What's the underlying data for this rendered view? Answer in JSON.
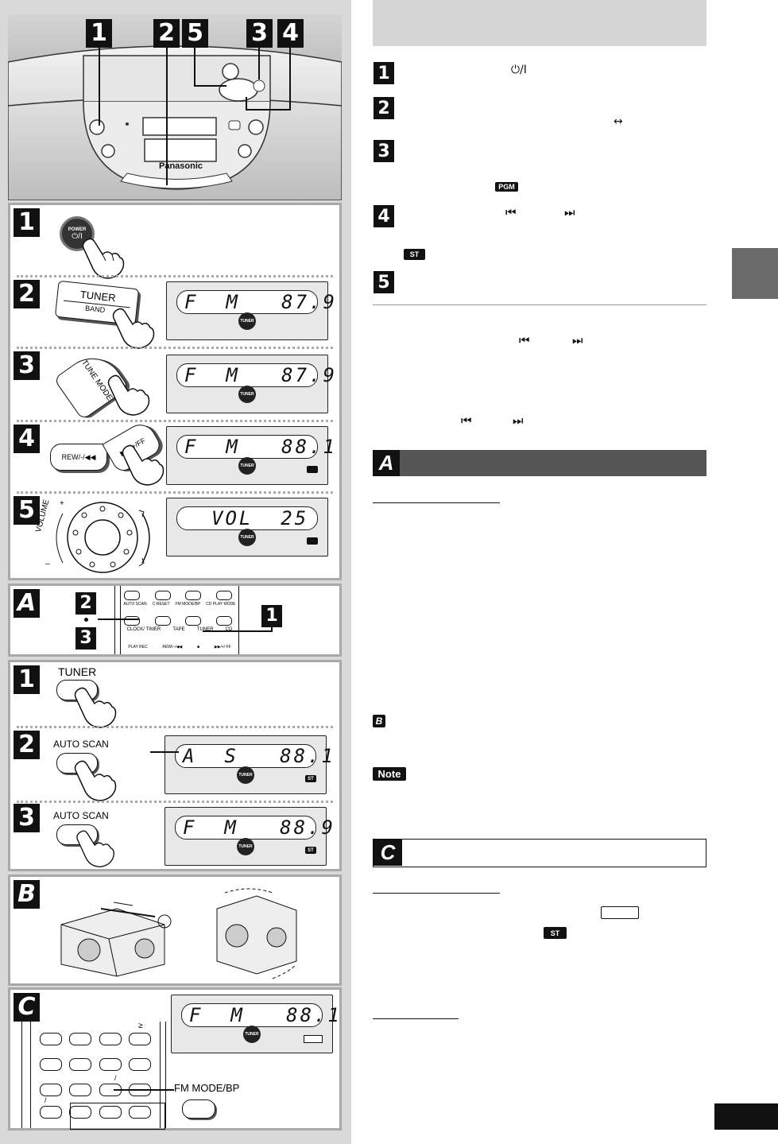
{
  "device": {
    "brand": "Panasonic",
    "callouts": [
      "1",
      "2",
      "5",
      "3",
      "4"
    ]
  },
  "steps": {
    "s1": {
      "num": "1",
      "button": "POWER",
      "symbol": "⏻/I"
    },
    "s2": {
      "num": "2",
      "button_top": "TUNER",
      "button_bottom": "BAND",
      "display": "F  M   87.9"
    },
    "s3": {
      "num": "3",
      "button": "TUNE MODE",
      "display": "F  M   87.9"
    },
    "s4": {
      "num": "4",
      "button_left": "REW/-/◀◀",
      "button_right": "▶▶/+/FF",
      "display": "F  M   88.1"
    },
    "s5": {
      "num": "5",
      "button": "VOLUME",
      "plus": "+",
      "minus": "–",
      "display": "VOL  25"
    }
  },
  "panelA": {
    "letter": "A",
    "ref2": "2",
    "ref3": "3",
    "ref1": "1",
    "remote_row1": [
      "AUTO SCAN",
      "C-RESET",
      "FM MODE/BP",
      "CD PLAY MODE"
    ],
    "remote_row2": [
      "CLOCK/ TIMER",
      "TAPE",
      "TUNER",
      "CD"
    ],
    "remote_row3": [
      "PLAY REC",
      "REW/–/◀◀",
      "■",
      "▶▶/+/ FF"
    ]
  },
  "panelA2": {
    "s1": {
      "num": "1",
      "button": "TUNER"
    },
    "s2": {
      "num": "2",
      "button": "AUTO SCAN",
      "display": "A  S   88.1"
    },
    "s3": {
      "num": "3",
      "button": "AUTO SCAN",
      "display": "F  M   88.9"
    }
  },
  "panelB": {
    "letter": "B"
  },
  "panelC": {
    "letter": "C",
    "display": "F  M   88.1",
    "button": "FM MODE/BP",
    "remote_marks": [
      "≥",
      "/",
      "/"
    ]
  },
  "tuner_label": "TUNER",
  "st_label": "ST",
  "right": {
    "steps": [
      "1",
      "2",
      "3",
      "4",
      "5"
    ],
    "power_symbol": "⏻/I",
    "arrow_symbol": "↔",
    "pgm_label": "PGM",
    "skip_back": "⏮",
    "skip_fwd": "⏭",
    "st_label": "ST",
    "sectionA": "A",
    "sectionB": "B",
    "note": "Note",
    "sectionC": "C"
  }
}
